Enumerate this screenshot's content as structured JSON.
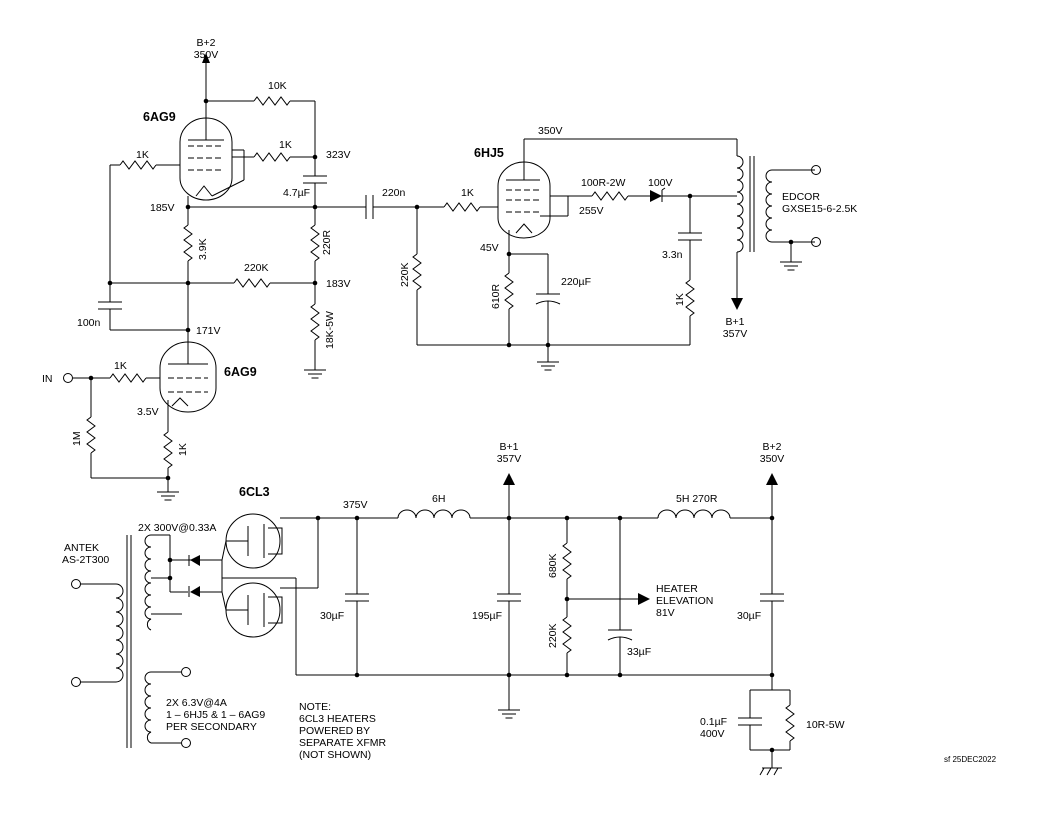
{
  "tubes": {
    "v1": "6AG9",
    "v2": "6AG9",
    "v3": "6HJ5",
    "rect": "6CL3"
  },
  "rails": {
    "b2_top_name": "B+2",
    "b2_top_volt": "350V",
    "b1_name": "B+1",
    "b1_volt": "357V",
    "b1_out_name": "B+1",
    "b1_out_volt": "357V",
    "b2_out_name": "B+2",
    "b2_out_volt": "350V"
  },
  "voltages": {
    "v323": "323V",
    "v185": "185V",
    "v183": "183V",
    "v171": "171V",
    "v35": "3.5V",
    "v350": "350V",
    "v255": "255V",
    "v100": "100V",
    "v45": "45V",
    "v375": "375V"
  },
  "components": {
    "r10k": "10K",
    "r1k_g2": "1K",
    "c47": "4.7µF",
    "r1k_fb": "1K",
    "r39k": "3.9K",
    "r220r": "220R",
    "r220k": "220K",
    "r18k": "18K-5W",
    "c100n": "100n",
    "r1k_in": "1K",
    "r1m": "1M",
    "r1k_k": "1K",
    "in_label": "IN",
    "c220n": "220n",
    "r1k_g": "1K",
    "r220k_g": "220K",
    "r100r": "100R-2W",
    "c33n": "3.3n",
    "r1k_z": "1K",
    "r610": "610R",
    "c220u": "220µF",
    "xfmr_out_1": "EDCOR",
    "xfmr_out_2": "GXSE15-6-2.5K",
    "ind6h": "6H",
    "ind5h": "5H 270R",
    "c30u_a": "30µF",
    "c195u": "195µF",
    "r680k": "680K",
    "r220k_h": "220K",
    "c33u": "33µF",
    "c30u_b": "30µF",
    "c01u_1": "0.1µF",
    "c01u_2": "400V",
    "r10r": "10R-5W"
  },
  "power": {
    "antek_1": "ANTEK",
    "antek_2": "AS-2T300",
    "sec_hv": "2X 300V@0.33A",
    "sec_lv_1": "2X 6.3V@4A",
    "sec_lv_2": "1 – 6HJ5 & 1 – 6AG9",
    "sec_lv_3": "PER SECONDARY",
    "heater_1": "HEATER",
    "heater_2": "ELEVATION",
    "heater_3": "81V"
  },
  "note": {
    "l1": "NOTE:",
    "l2": "6CL3 HEATERS",
    "l3": "POWERED BY",
    "l4": "SEPARATE XFMR",
    "l5": "(NOT SHOWN)"
  },
  "signature": "sf 25DEC2022"
}
